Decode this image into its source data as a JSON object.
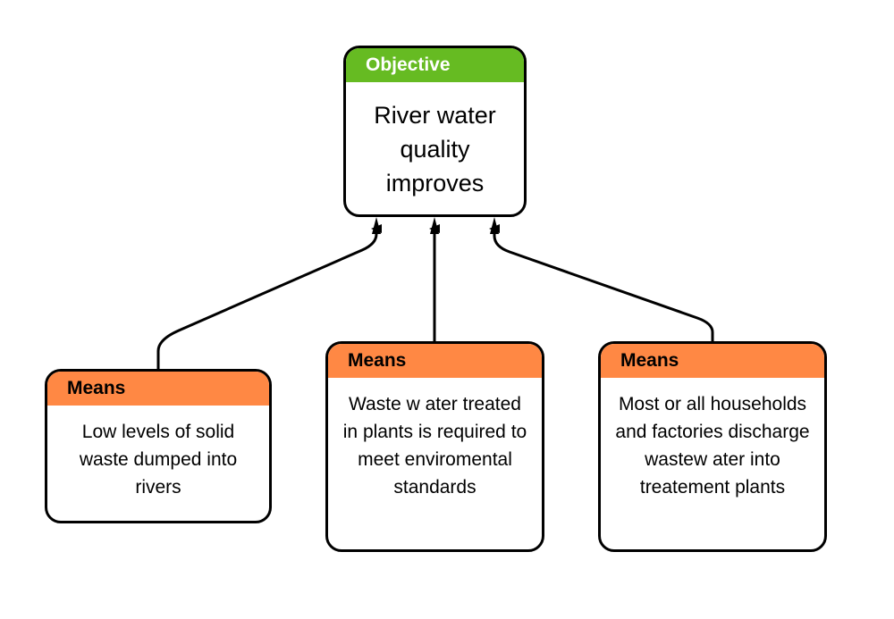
{
  "objective": {
    "header": "Objective",
    "text": "River water quality improves",
    "header_color": "#66bb22"
  },
  "means": [
    {
      "header": "Means",
      "text": "Low levels of solid waste dumped into rivers"
    },
    {
      "header": "Means",
      "text": "Waste w ater treated in plants is required to meet enviromental standards"
    },
    {
      "header": "Means",
      "text": "Most or all households and factories discharge wastew ater into treatement plants"
    }
  ],
  "colors": {
    "means_header": "#ff8844",
    "border": "#000000",
    "connector": "#000000"
  }
}
